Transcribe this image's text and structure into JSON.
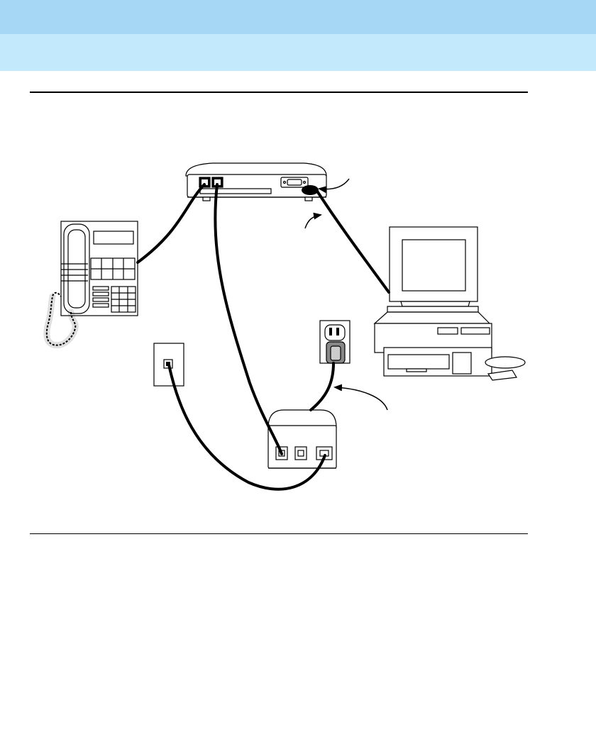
{
  "colors": {
    "header_band": "#a6d7f5",
    "subheader_band": "#c3e9fc",
    "rule": "#000000",
    "cable": "#000000"
  },
  "components": [
    {
      "id": "modem",
      "icon": "modem-icon"
    },
    {
      "id": "telephone",
      "icon": "telephone-icon"
    },
    {
      "id": "computer",
      "icon": "computer-icon"
    },
    {
      "id": "wall-jack",
      "icon": "wall-jack-icon"
    },
    {
      "id": "power-outlet",
      "icon": "power-outlet-icon"
    },
    {
      "id": "power-supply",
      "icon": "power-supply-icon"
    }
  ],
  "callouts": [
    {
      "id": "serial-connector-callout",
      "icon": "arrow-icon"
    },
    {
      "id": "serial-cable-callout",
      "icon": "arrow-icon"
    },
    {
      "id": "power-cable-callout",
      "icon": "arrow-icon"
    }
  ]
}
